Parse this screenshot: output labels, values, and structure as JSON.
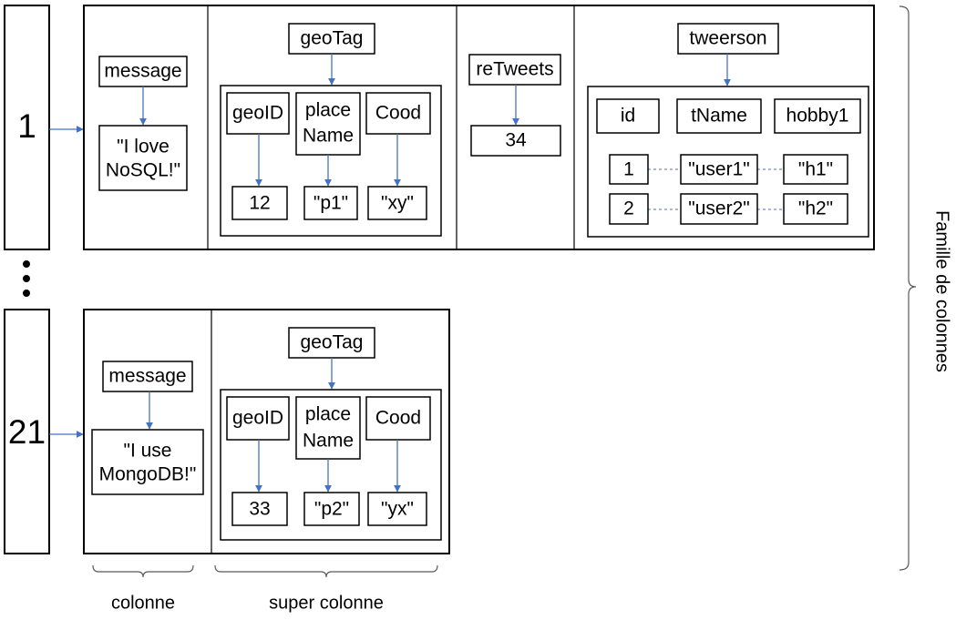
{
  "rows": [
    {
      "key": "1",
      "message": {
        "label": "message",
        "value_lines": [
          "\"I love",
          "NoSQL!\""
        ]
      },
      "geotag": {
        "label": "geoTag",
        "fields": [
          {
            "label_lines": [
              "geoID"
            ],
            "value": "12"
          },
          {
            "label_lines": [
              "place",
              "Name"
            ],
            "value": "\"p1\""
          },
          {
            "label_lines": [
              "Cood"
            ],
            "value": "\"xy\""
          }
        ]
      },
      "retweets": {
        "label": "reTweets",
        "value": "34"
      },
      "tweerson": {
        "label": "tweerson",
        "headers": [
          "id",
          "tName",
          "hobby1"
        ],
        "rows": [
          [
            "1",
            "\"user1\"",
            "\"h1\""
          ],
          [
            "2",
            "\"user2\"",
            "\"h2\""
          ]
        ]
      }
    },
    {
      "key": "21",
      "message": {
        "label": "message",
        "value_lines": [
          "\"I use",
          "MongoDB!\""
        ]
      },
      "geotag": {
        "label": "geoTag",
        "fields": [
          {
            "label_lines": [
              "geoID"
            ],
            "value": "33"
          },
          {
            "label_lines": [
              "place",
              "Name"
            ],
            "value": "\"p2\""
          },
          {
            "label_lines": [
              "Cood"
            ],
            "value": "\"yx\""
          }
        ]
      }
    }
  ],
  "annotations": {
    "colonne": "colonne",
    "super_colonne": "super colonne",
    "famille": "Famille de colonnes"
  },
  "colors": {
    "arrow": "#4472C4",
    "border": "#000000",
    "brace": "#595959"
  }
}
